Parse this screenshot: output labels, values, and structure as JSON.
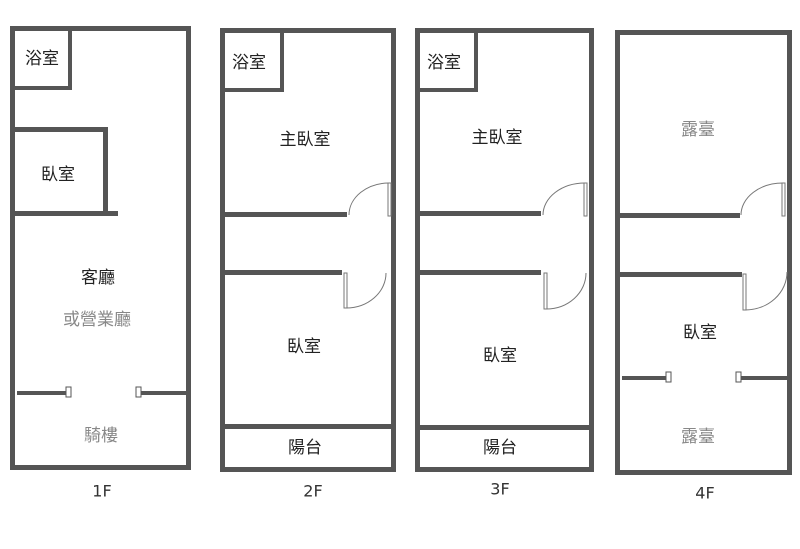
{
  "floors": [
    {
      "name": "1F",
      "rooms": [
        "浴室",
        "臥室",
        "客廳",
        "或營業廳",
        "騎樓"
      ]
    },
    {
      "name": "2F",
      "rooms": [
        "浴室",
        "主臥室",
        "臥室",
        "陽台"
      ]
    },
    {
      "name": "3F",
      "rooms": [
        "浴室",
        "主臥室",
        "臥室",
        "陽台"
      ]
    },
    {
      "name": "4F",
      "rooms": [
        "露臺",
        "臥室",
        "露臺"
      ]
    }
  ],
  "colors": {
    "wall": "#555555",
    "label": "#222222",
    "label_muted": "#888888"
  }
}
